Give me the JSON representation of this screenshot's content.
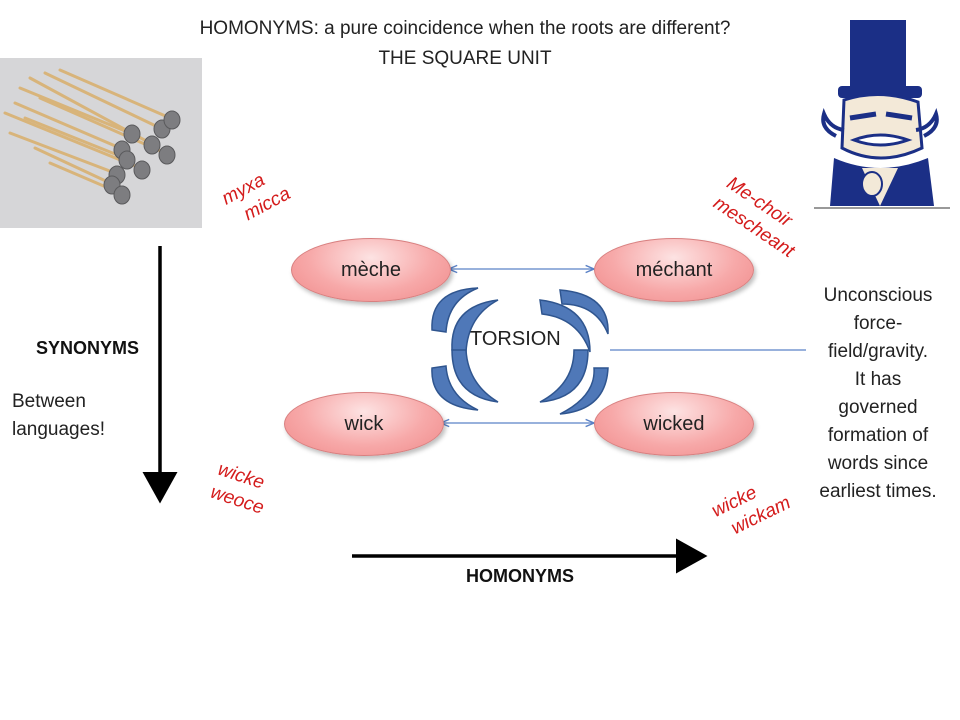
{
  "title": {
    "line1": "HOMONYMS: a pure coincidence when the roots are different?",
    "line2": "THE SQUARE UNIT"
  },
  "words": {
    "top_left": "mèche",
    "top_right": "méchant",
    "bottom_left": "wick",
    "bottom_right": "wicked"
  },
  "center_label": "TORSION",
  "etymology": {
    "top_left": [
      "myxa",
      "micca"
    ],
    "top_right": [
      "Me-choir",
      "mescheant"
    ],
    "bottom_left": [
      "wicke",
      "weoce"
    ],
    "bottom_right": [
      "wicke",
      "wickam"
    ]
  },
  "axes": {
    "vertical_label": "SYNONYMS",
    "horizontal_label": "HOMONYMS"
  },
  "side_note": "Between languages!",
  "right_note": [
    "Unconscious",
    "force-",
    "field/gravity.",
    "It has",
    "governed",
    "formation of",
    "words since",
    "earliest times."
  ],
  "images": {
    "left": "candle-wicks-photo",
    "right": "villain-cartoon-icon"
  },
  "colors": {
    "ellipse_fill": "#f7a9a9",
    "torsion_arc": "#4f78b8",
    "etymology_text": "#d41c1c",
    "connector_line": "#5b82c6"
  }
}
